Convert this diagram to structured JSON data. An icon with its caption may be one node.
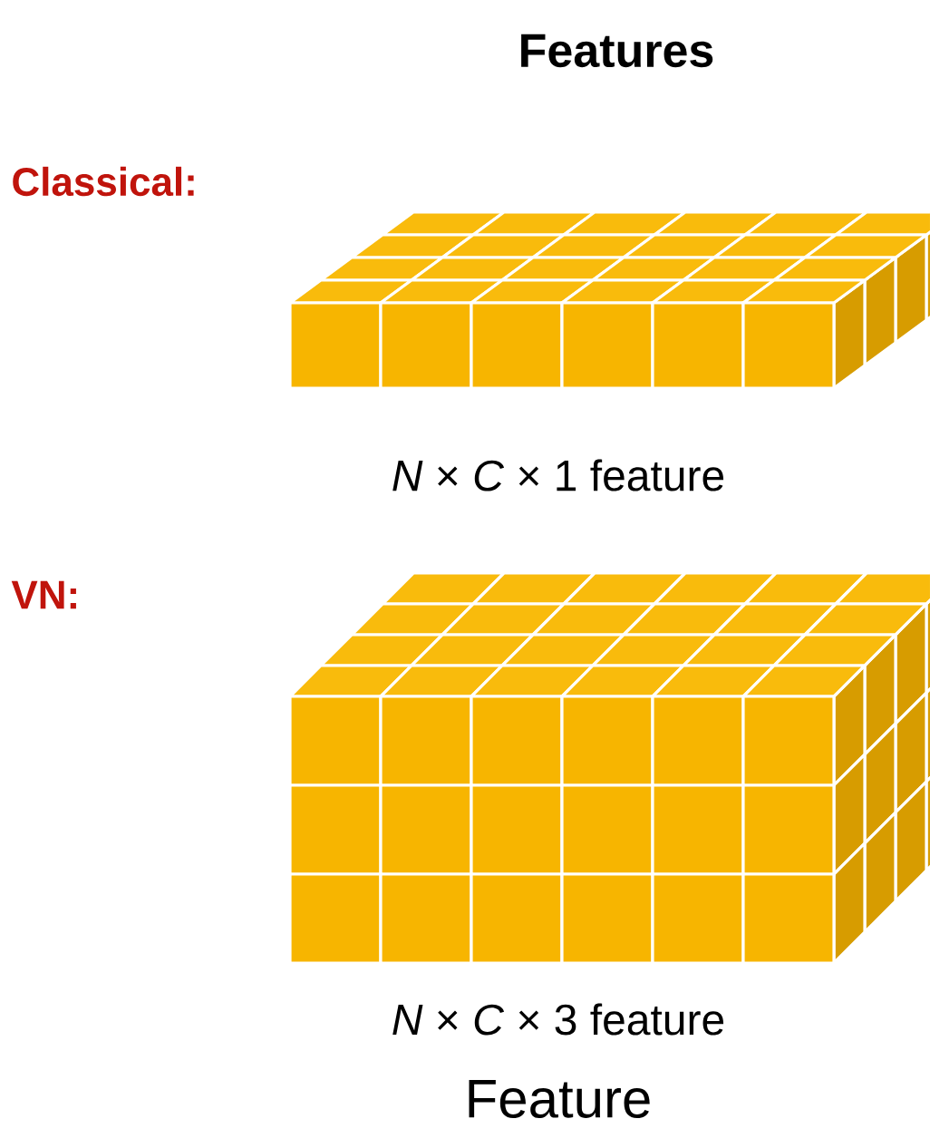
{
  "diagram": {
    "title": "Features",
    "labels": [
      "Classical:",
      "*N* × *C* × 1 feature",
      "VN:",
      "*N* × *C* × 3 feature",
      "Feature"
    ]
  }
}
